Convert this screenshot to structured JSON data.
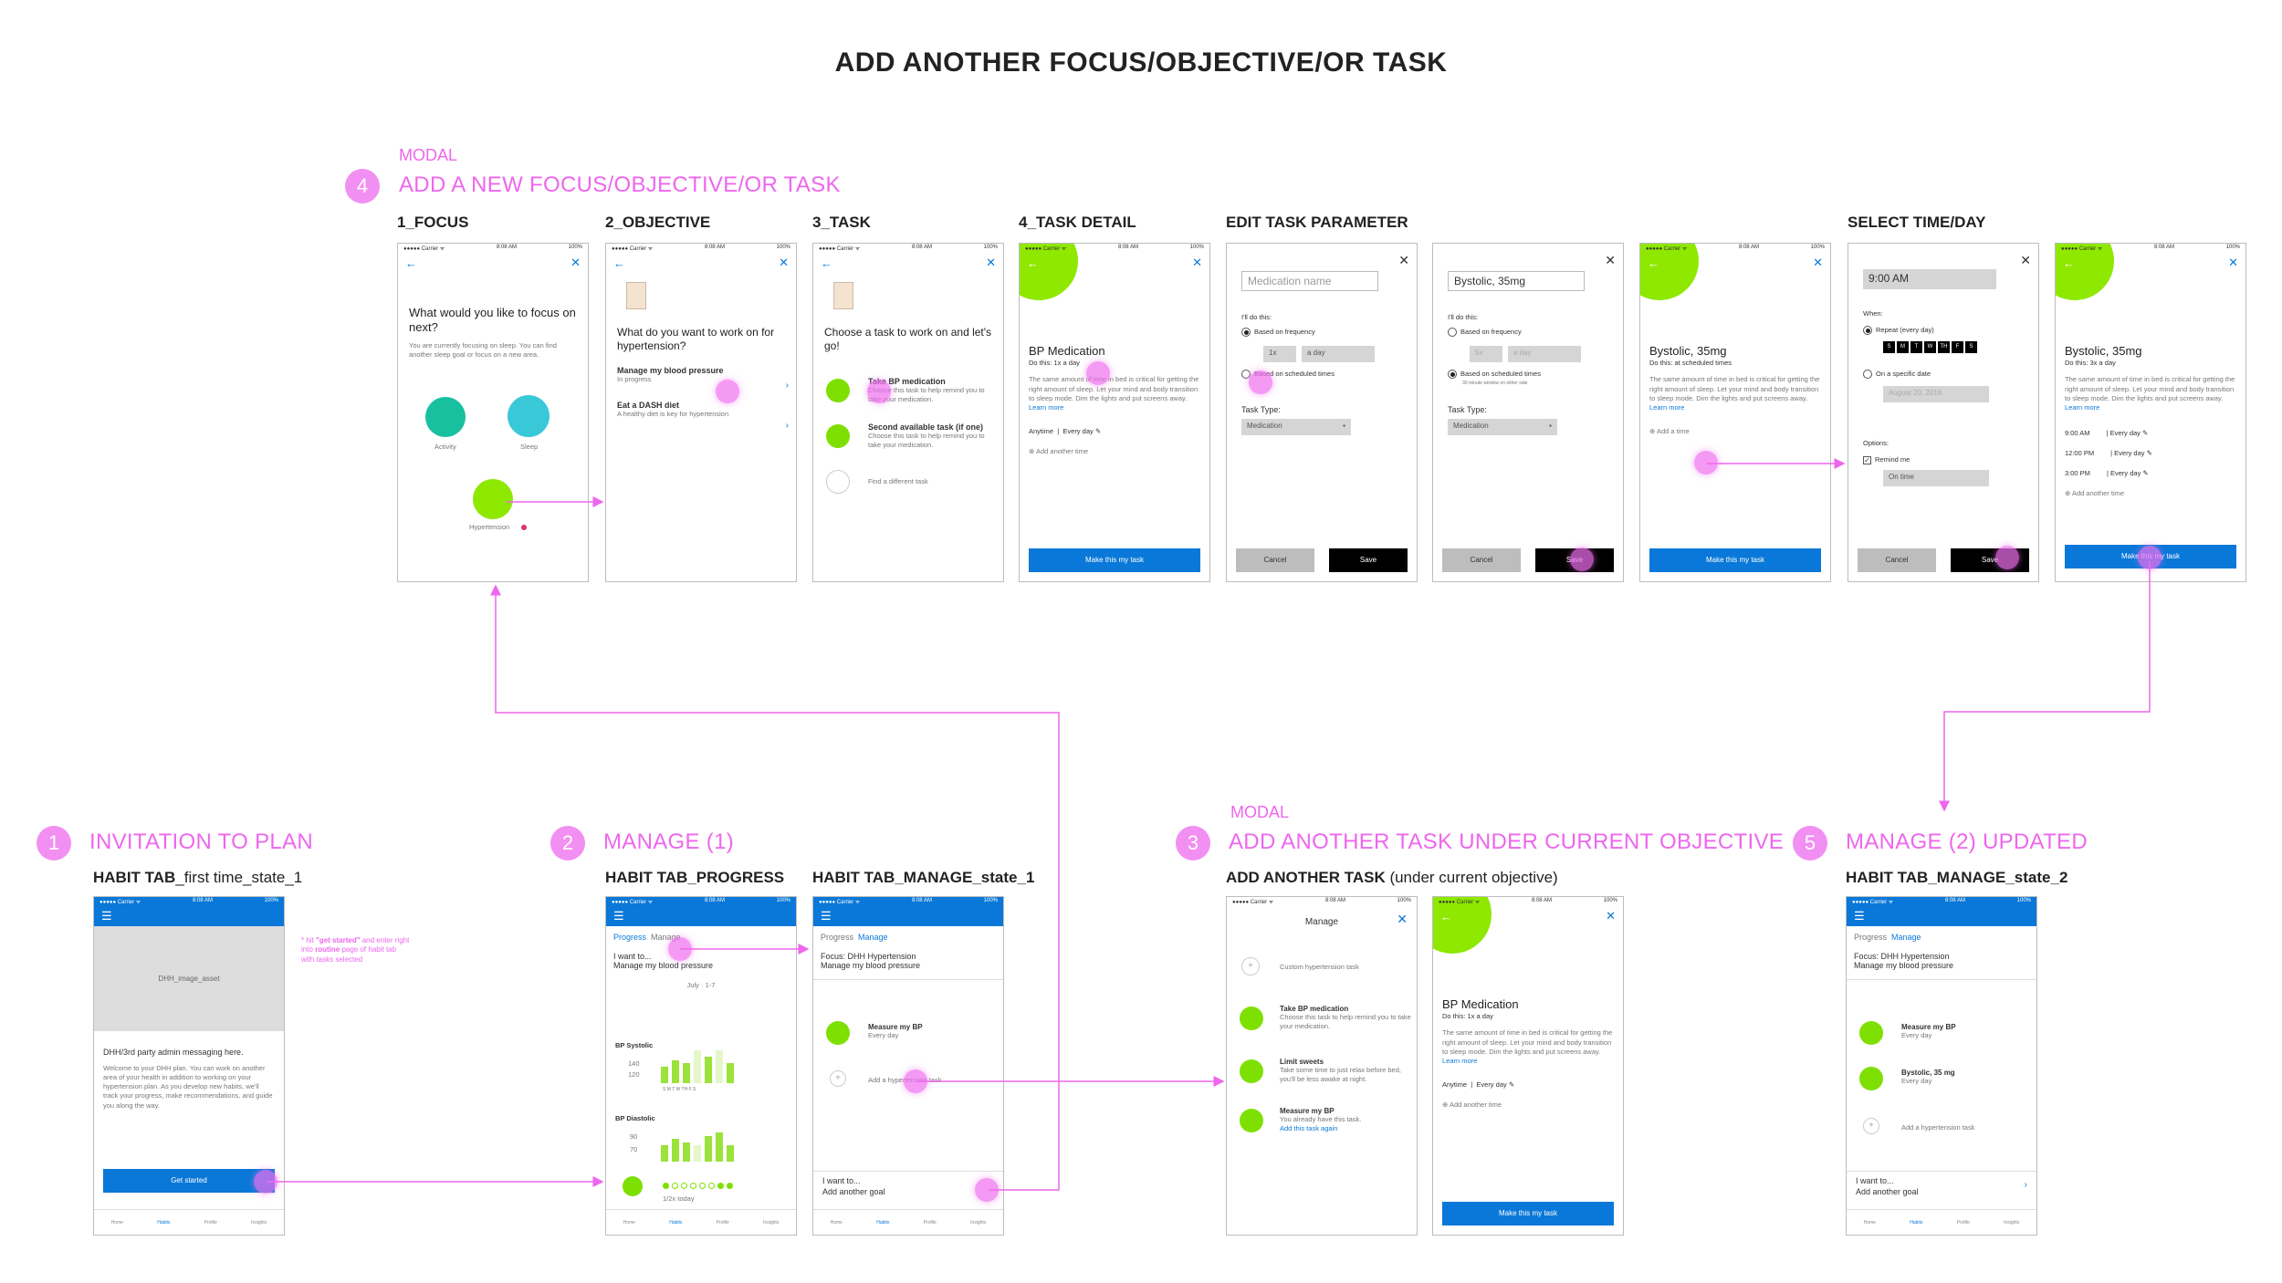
{
  "title": "ADD ANOTHER FOCUS/OBJECTIVE/OR TASK",
  "status": {
    "carrier": "●●●●● Carrier ᯤ",
    "time": "8:08 AM",
    "battery": "100%"
  },
  "sections": {
    "s4": {
      "num": "4",
      "modal": "MODAL",
      "title": "ADD A NEW FOCUS/OBJECTIVE/OR TASK"
    },
    "s1": {
      "num": "1",
      "title": "INVITATION TO PLAN"
    },
    "s2": {
      "num": "2",
      "title": "MANAGE (1)"
    },
    "s3": {
      "num": "3",
      "modal": "MODAL",
      "title": "ADD ANOTHER TASK UNDER CURRENT OBJECTIVE"
    },
    "s5": {
      "num": "5",
      "title": "MANAGE (2) UPDATED"
    }
  },
  "labels": {
    "focus": "1_FOCUS",
    "objective": "2_OBJECTIVE",
    "task": "3_TASK",
    "detail": "4_TASK DETAIL",
    "edit": "EDIT TASK PARAMETER",
    "select": "SELECT TIME/DAY",
    "habit_first_a": "HABIT TAB",
    "habit_first_b": "_first time_state_1",
    "habit_prog": "HABIT TAB_PROGRESS",
    "habit_manage1": "HABIT TAB_MANAGE_state_1",
    "add_task_a": "ADD ANOTHER TASK",
    "add_task_b": " (under current objective)",
    "habit_manage2": "HABIT TAB_MANAGE_state_2"
  },
  "note": {
    "line1": "* hit ",
    "hl": "\"get started\"",
    "line2": " and enter right into ",
    "hl2": "routine",
    "line3": " page of habit tab with tasks selected"
  },
  "focus": {
    "q": "What would you like to focus on next?",
    "desc": "You are currently focusing on sleep. You can find another sleep goal or focus on a new area.",
    "activity": "Activity",
    "sleep": "Sleep",
    "hyp": "Hypertension"
  },
  "objective": {
    "q": "What do you want to work on for hypertension?",
    "item1": "Manage my blood pressure",
    "item1s": "In progress",
    "item2": "Eat a DASH diet",
    "item2s": "A healthy diet is key for hypertension"
  },
  "task": {
    "q": "Choose a task to work on and let's go!",
    "t1": "Take BP medication",
    "t1s": "Choose this task to help remind you to take your medication.",
    "t2": "Second available task (if one)",
    "t2s": "Choose this task to help remind you to take your medication.",
    "t3": "Find a different task"
  },
  "detail": {
    "title": "BP Medication",
    "sub": "Do this: 1x a day",
    "desc": "The same amount of time in bed is critical for getting the right amount of sleep. Let your mind and body transition to sleep mode. Dim the lights and put screens away.",
    "more": "Learn more",
    "anytime": "Anytime",
    "every": "Every day",
    "add": "Add another time",
    "cta": "Make this my task"
  },
  "edit1": {
    "ph": "Medication name",
    "do": "I'll do this:",
    "freq": "Based on frequency",
    "x": "1x",
    "aday": "a day",
    "sched": "Based on scheduled times",
    "type": "Task Type:",
    "typev": "Medication",
    "cancel": "Cancel",
    "save": "Save"
  },
  "edit2": {
    "name": "Bystolic, 35mg",
    "do": "I'll do this:",
    "freq": "Based on frequency",
    "x": "5x",
    "aday": "a day",
    "sched": "Based on scheduled times",
    "schedsub": "30 minute window on either side",
    "type": "Task Type:",
    "typev": "Medication",
    "cancel": "Cancel",
    "save": "Save"
  },
  "byst1": {
    "title": "Bystolic, 35mg",
    "sub": "Do this: at scheduled times",
    "desc": "The same amount of time in bed is critical for getting the right amount of sleep. Let your mind and body transition to sleep mode. Dim the lights and put screens away.",
    "more": "Learn more",
    "add": "Add a time",
    "cta": "Make this my task"
  },
  "select": {
    "time": "9:00 AM",
    "when": "When:",
    "repeat": "Repeat (every day)",
    "days": [
      "S",
      "M",
      "T",
      "W",
      "TH",
      "F",
      "S"
    ],
    "specific": "On a specific date",
    "date": "August 20, 2016",
    "options": "Options:",
    "remind": "Remind me",
    "ontime": "On time",
    "cancel": "Cancel",
    "save": "Save"
  },
  "byst2": {
    "title": "Bystolic, 35mg",
    "sub": "Do this: 3x a day",
    "desc": "The same amount of time in bed is critical for getting the right amount of sleep. Let your mind and body transition to sleep mode. Dim the lights and put screens away.",
    "more": "Learn more",
    "times": [
      {
        "t": "9:00 AM",
        "d": "Every day"
      },
      {
        "t": "12:00 PM",
        "d": "Every day"
      },
      {
        "t": "3:00 PM",
        "d": "Every day"
      }
    ],
    "add": "Add another time",
    "cta": "Make this my task"
  },
  "first": {
    "asset": "DHH_image_asset",
    "msg": "DHH/3rd party admin messaging here.",
    "desc": "Welcome to your DHH plan. You can work on another area of your health in addition to working on your hypertension plan. As you develop new habits, we'll track your progress, make recommendations, and guide you along the way.",
    "cta": "Get started"
  },
  "tabs": [
    "Home",
    "Habits",
    "Profile",
    "Insights"
  ],
  "progress": {
    "t1": "Progress",
    "t2": "Manage",
    "want": "I want to...",
    "goal": "Manage my blood pressure",
    "week": "July · 1-7",
    "sys": "BP Systolic",
    "s140": "140",
    "s120": "120",
    "dia": "BP Diastolic",
    "d90": "90",
    "d70": "70",
    "days": "S M T W TH F S",
    "today": "1/2x today"
  },
  "manage1": {
    "t1": "Progress",
    "t2": "Manage",
    "focus": "Focus: DHH Hypertension",
    "goal": "Manage my blood pressure",
    "item": "Measure my BP",
    "itemsub": "Every day",
    "add": "Add a hypertension task",
    "want": "I want to...",
    "another": "Add another goal"
  },
  "addtask": {
    "title": "Manage",
    "custom": "Custom hypertension task",
    "t1": "Take BP medication",
    "t1s": "Choose this task to help remind you to take your medication.",
    "t2": "Limit sweets",
    "t2s": "Take some time to just relax before bed, you'll be less awake at night.",
    "t3": "Measure my BP",
    "t3s": "You already have this task.",
    "t3l": "Add this task again"
  },
  "detail2": {
    "title": "BP Medication",
    "sub": "Do this: 1x a day",
    "desc": "The same amount of time in bed is critical for getting the right amount of sleep. Let your mind and body transition to sleep mode. Dim the lights and put screens away.",
    "more": "Learn more",
    "anytime": "Anytime",
    "every": "Every day",
    "add": "Add another time",
    "cta": "Make this my task"
  },
  "manage2": {
    "t1": "Progress",
    "t2": "Manage",
    "focus": "Focus: DHH Hypertension",
    "goal": "Manage my blood pressure",
    "item1": "Measure my BP",
    "item1s": "Every day",
    "item2": "Bystolic, 35 mg",
    "item2s": "Every day",
    "add": "Add a hypertension task",
    "want": "I want to...",
    "another": "Add another goal"
  },
  "colors": {
    "accent": "#0a78d8",
    "pink": "#ee66ee",
    "green": "#7ee000"
  }
}
